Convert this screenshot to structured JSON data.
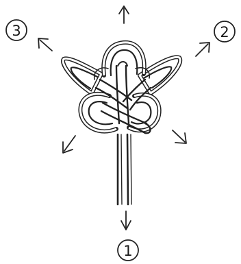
{
  "labels": {
    "one": "1",
    "two": "2",
    "three": "3"
  },
  "colors": {
    "ink": "#222222",
    "paper": "#ffffff",
    "cord_fill": "#ffffff"
  },
  "icons": {
    "arrow": "pencil-arrow-icon",
    "knot": "flower-knot-icon"
  }
}
